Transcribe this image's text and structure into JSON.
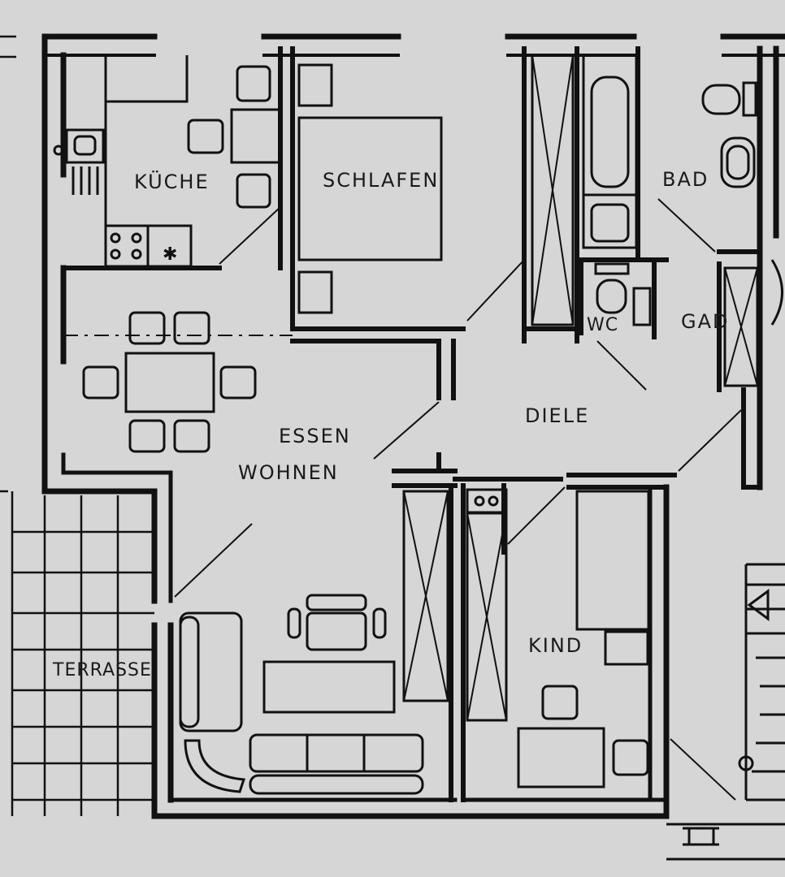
{
  "plan": {
    "rooms": {
      "kueche": "KÜCHE",
      "schlafen": "SCHLAFEN",
      "bad": "BAD",
      "wc": "WC",
      "gad": "GAD",
      "diele": "DIELE",
      "essen": "ESSEN",
      "wohnen": "WOHNEN",
      "terrasse": "TERRASSE",
      "kind": "KIND"
    },
    "colors": {
      "paper": "#d6d6d6",
      "ink": "#111111"
    }
  }
}
